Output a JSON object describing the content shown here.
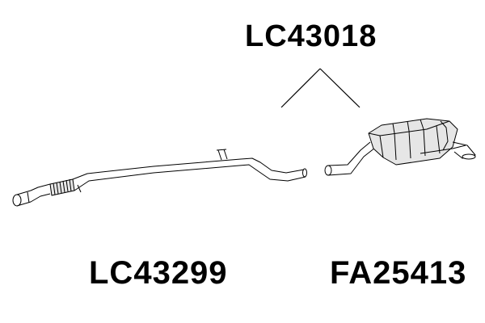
{
  "diagram": {
    "background_color": "#ffffff",
    "line_color": "#000000",
    "part_shading": "#e6e6e6",
    "labels": {
      "assembly_code": "LC43018",
      "front_pipe_code": "LC43299",
      "rear_silencer_code": "FA25413"
    },
    "icons": {
      "front_pipe": "exhaust-front-pipe-icon",
      "rear_silencer": "exhaust-rear-silencer-icon",
      "connector": "assembly-connector-icon"
    }
  }
}
